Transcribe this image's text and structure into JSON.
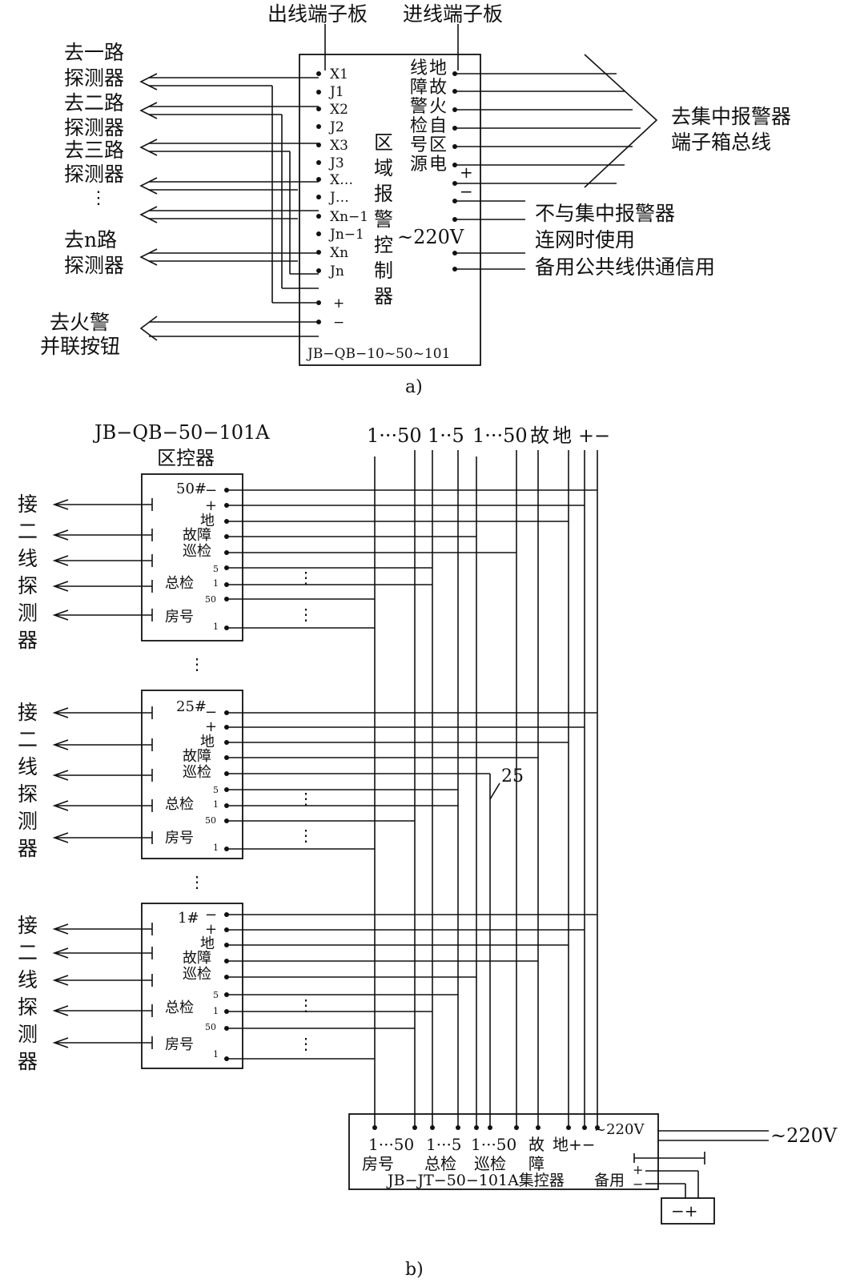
{
  "diagram_a": {
    "header_out": "出线端子板",
    "header_in": "进线端子板",
    "left_groups": [
      [
        "去一路",
        "探测器"
      ],
      [
        "去二路",
        "探测器"
      ],
      [
        "去三路",
        "探测器"
      ],
      [
        "去n路",
        "探测器"
      ]
    ],
    "fire_button": [
      "去火警",
      "并联按钮"
    ],
    "terminals": [
      "X1",
      "J1",
      "X2",
      "J2",
      "X3",
      "J3",
      "X…",
      "J…",
      "Xn−1",
      "Jn−1",
      "Xn",
      "Jn",
      "+",
      "−"
    ],
    "controller_name": "区域报警控制器",
    "power": "~220V",
    "model": "JB−QB−10~50~101",
    "right_terminal_labels": [
      "地线",
      "故障",
      "火警",
      "自检",
      "区号",
      "电源"
    ],
    "right_plus": "+",
    "right_minus": "−",
    "to_central": [
      "去集中报警器",
      "端子箱总线"
    ],
    "not_networked": [
      "不与集中报警器",
      "连网时使用"
    ],
    "spare": "备用公共线供通信用",
    "caption": "a)"
  },
  "diagram_b": {
    "model_top": "JB−QB−50−101A",
    "model_top_name": "区控器",
    "bus_header": [
      "1···50",
      "1··5",
      "1···50",
      "故",
      "地",
      "+",
      "−"
    ],
    "units": [
      {
        "id": "50#",
        "left_label": [
          "接",
          "二",
          "线",
          "探",
          "测",
          "器"
        ]
      },
      {
        "id": "25#",
        "left_label": [
          "接",
          "二",
          "线",
          "探",
          "测",
          "器"
        ]
      },
      {
        "id": "1#",
        "left_label": [
          "接",
          "二",
          "线",
          "探",
          "测",
          "器"
        ]
      }
    ],
    "terminal_labels": [
      "−",
      "+",
      "地",
      "故障",
      "巡检",
      "5",
      "1",
      "50",
      "1"
    ],
    "inner_labels": [
      "总检",
      "房号"
    ],
    "branch_count": "25",
    "central_box": {
      "row1": [
        "1···50",
        "1···5",
        "1···50",
        "故",
        "地+−",
        "~220V"
      ],
      "row2": [
        "房号",
        "总检",
        "巡检",
        "障"
      ],
      "model": "JB−JT−50−101A集控器",
      "spare": "备用",
      "battery": "−+"
    },
    "mains": "~220V",
    "caption": "b)"
  }
}
